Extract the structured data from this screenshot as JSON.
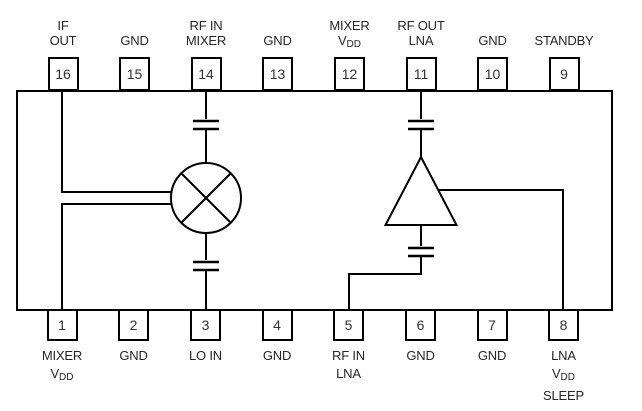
{
  "diagram": {
    "description": "IC pinout block diagram with mixer and LNA amplifier",
    "colors": {
      "line": "#000000",
      "text": "#262626",
      "background": "#ffffff"
    },
    "top_pins": [
      {
        "number": "16",
        "label": [
          [
            {
              "t": "IF"
            }
          ],
          [
            {
              "t": "OUT"
            }
          ]
        ]
      },
      {
        "number": "15",
        "label": [
          [
            {
              "t": "GND"
            }
          ]
        ]
      },
      {
        "number": "14",
        "label": [
          [
            {
              "t": "RF IN"
            }
          ],
          [
            {
              "t": "MIXER"
            }
          ]
        ]
      },
      {
        "number": "13",
        "label": [
          [
            {
              "t": "GND"
            }
          ]
        ]
      },
      {
        "number": "12",
        "label": [
          [
            {
              "t": "MIXER"
            }
          ],
          [
            {
              "t": "V"
            },
            {
              "t": "DD",
              "sub": true
            }
          ]
        ]
      },
      {
        "number": "11",
        "label": [
          [
            {
              "t": "RF OUT"
            }
          ],
          [
            {
              "t": "LNA"
            }
          ]
        ]
      },
      {
        "number": "10",
        "label": [
          [
            {
              "t": "GND"
            }
          ]
        ]
      },
      {
        "number": "9",
        "label": [
          [
            {
              "t": "STANDBY"
            }
          ]
        ]
      }
    ],
    "bottom_pins": [
      {
        "number": "1",
        "label": [
          [
            {
              "t": "MIXER"
            }
          ],
          [
            {
              "t": "V"
            },
            {
              "t": "DD",
              "sub": true
            }
          ]
        ]
      },
      {
        "number": "2",
        "label": [
          [
            {
              "t": "GND"
            }
          ]
        ]
      },
      {
        "number": "3",
        "label": [
          [
            {
              "t": "LO IN"
            }
          ]
        ]
      },
      {
        "number": "4",
        "label": [
          [
            {
              "t": "GND"
            }
          ]
        ]
      },
      {
        "number": "5",
        "label": [
          [
            {
              "t": "RF IN"
            }
          ],
          [
            {
              "t": "LNA"
            }
          ]
        ]
      },
      {
        "number": "6",
        "label": [
          [
            {
              "t": "GND"
            }
          ]
        ]
      },
      {
        "number": "7",
        "label": [
          [
            {
              "t": "GND"
            }
          ]
        ]
      },
      {
        "number": "8",
        "label": [
          [
            {
              "t": "LNA"
            }
          ],
          [
            {
              "t": "V"
            },
            {
              "t": "DD",
              "sub": true
            }
          ],
          [
            {
              "t": "SLEEP"
            }
          ]
        ]
      }
    ],
    "components": {
      "mixer": "mixer-symbol",
      "amplifier": "lna-amplifier-symbol",
      "capacitors": [
        "mixer-input-capacitor",
        "lo-in-capacitor",
        "lna-output-capacitor",
        "lna-input-capacitor"
      ]
    }
  }
}
